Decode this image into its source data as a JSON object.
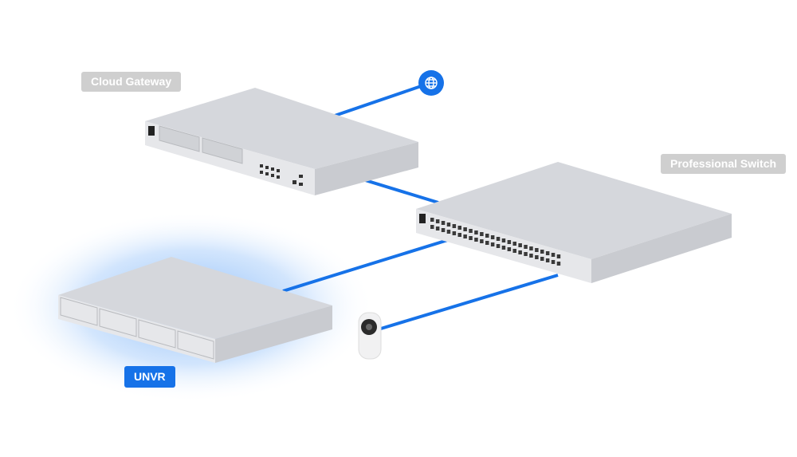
{
  "devices": {
    "cloud_gateway": {
      "label": "Cloud Gateway"
    },
    "professional_switch": {
      "label": "Professional Switch"
    },
    "unvr": {
      "label": "UNVR"
    }
  },
  "icons": {
    "internet": "globe-icon",
    "camera": "camera-icon"
  },
  "colors": {
    "link": "#1672e8",
    "label_bg": "#cfcfcf",
    "active_label_bg": "#1672e8",
    "device": "#d9dbe0"
  }
}
